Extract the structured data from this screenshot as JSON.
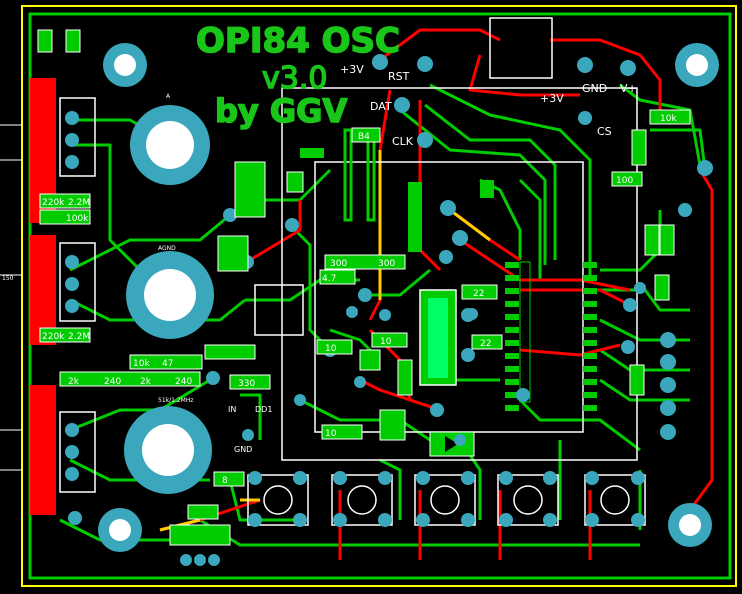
{
  "board": {
    "title_line1": "OPI84 OSC",
    "title_line2": "v3.0",
    "title_line3": "by GGV",
    "colors": {
      "background": "#000000",
      "copper_top": "#ff0000",
      "copper_bottom": "#00cc00",
      "silkscreen": "#ffffff",
      "pad": "#3aa7bd",
      "outline": "#ffff00"
    }
  },
  "labels": {
    "plus3v_top": "+3V",
    "rst": "RST",
    "dat": "DAT",
    "clk": "CLK",
    "plus3v_right": "+3V",
    "gnd": "GND",
    "vplus": "V+",
    "cs": "CS",
    "gnd_bottom": "GND",
    "dd1": "DD1",
    "in": "IN",
    "freq": "51k/1.2MHz",
    "mid_label": "AGND",
    "top_label": "A"
  },
  "components": {
    "r_left1": "220k",
    "r_left2": "2.2M",
    "r_left3": "100k",
    "r_left4": "220k",
    "r_left5": "2.2M",
    "r_row1": "10k",
    "r_row2": "47",
    "r_row3": "240",
    "r_row4": "2k",
    "r_row5": "240",
    "r_row6": "2k",
    "r_mid1": "300",
    "r_mid2": "300",
    "r_mid3": "10",
    "c_mid": "10",
    "r_47": "4.7",
    "r_330": "330",
    "r_22a": "22",
    "r_22b": "22",
    "r_10k": "10k",
    "r_10": "10",
    "r_8": "8",
    "b4": "B4",
    "c100": "100",
    "r_150": "150"
  }
}
